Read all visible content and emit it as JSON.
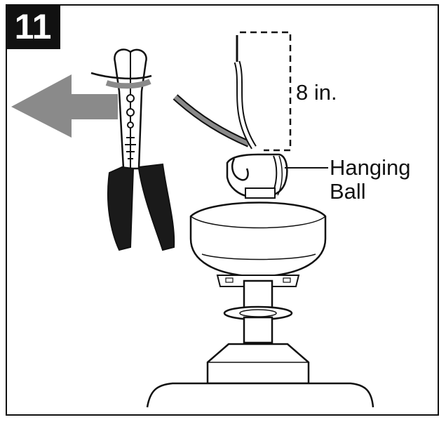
{
  "step_number": "11",
  "labels": {
    "wire_length": "8 in.",
    "hanging_ball_line1": "Hanging",
    "hanging_ball_line2": "Ball"
  },
  "colors": {
    "arrow": "#8a8a8a",
    "outline": "#111111",
    "handle_grip": "#1a1a1a",
    "background": "#ffffff"
  },
  "icons": {
    "pull_direction": "left-arrow-icon",
    "tool": "wire-stripper-icon"
  }
}
